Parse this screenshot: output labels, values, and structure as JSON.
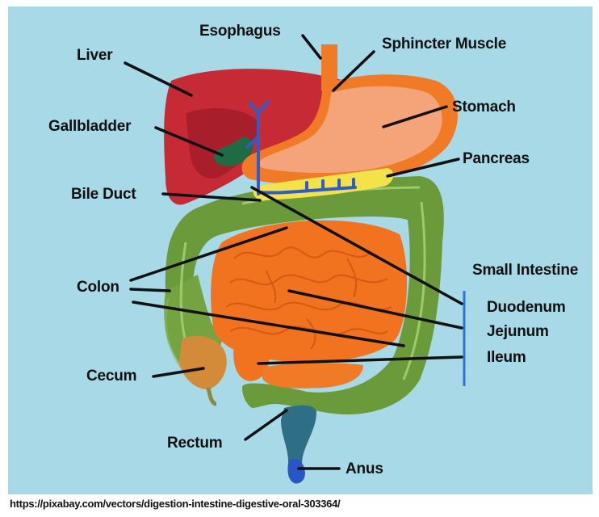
{
  "labels": {
    "esophagus": "Esophagus",
    "sphincter": "Sphincter Muscle",
    "liver": "Liver",
    "stomach": "Stomach",
    "gallbladder": "Gallbladder",
    "pancreas": "Pancreas",
    "bile_duct": "Bile Duct",
    "small_intestine": "Small Intestine",
    "colon": "Colon",
    "duodenum": "Duodenum",
    "jejunum": "Jejunum",
    "ileum": "Ileum",
    "cecum": "Cecum",
    "rectum": "Rectum",
    "anus": "Anus"
  },
  "credit": "https://pixabay.com/vectors/digestion-intestine-digestive-oral-303364/",
  "colors": {
    "background": "#a7d9e6",
    "liver": "#c62a35",
    "stomach": "#f39a6e",
    "colon": "#6a9a3a",
    "small_intestine": "#f2731f",
    "pancreas": "#f4e24a",
    "bile_duct": "#2f5cc8",
    "gallbladder": "#1f6b46"
  }
}
